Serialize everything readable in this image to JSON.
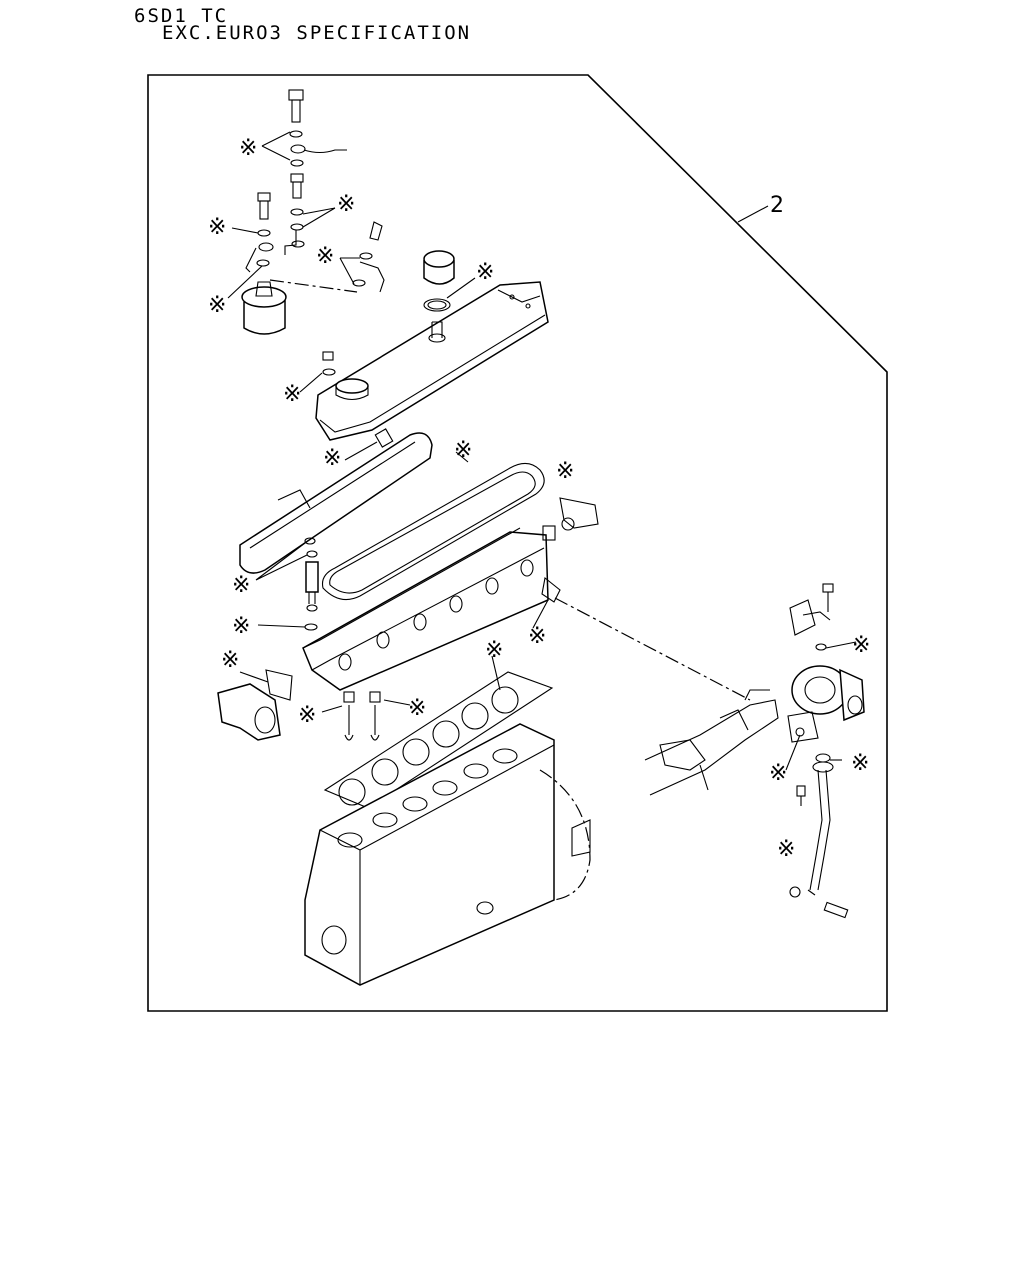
{
  "header": {
    "line1": "6SD1 TC",
    "line2": "EXC.EURO3 SPECIFICATION"
  },
  "diagram": {
    "callout_number": "2",
    "marker_symbol": "※"
  }
}
